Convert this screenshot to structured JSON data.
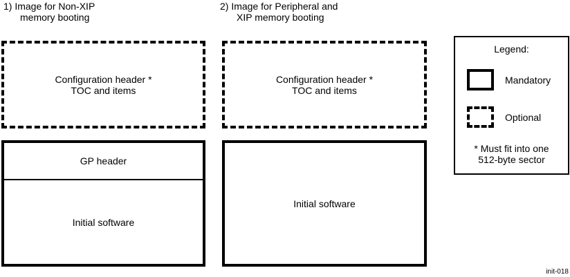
{
  "figure_id": "init-018",
  "colors": {
    "line": "#000000",
    "background": "#ffffff"
  },
  "columns": [
    {
      "title_line1": "1) Image for Non-XIP",
      "title_line2": "memory booting",
      "optional_box": {
        "line1": "Configuration header *",
        "line2": "TOC and items"
      },
      "mandatory_box": {
        "sections": [
          "GP header",
          "Initial software"
        ]
      }
    },
    {
      "title_line1": "2) Image for Peripheral and",
      "title_line2": "XIP memory booting",
      "optional_box": {
        "line1": "Configuration header *",
        "line2": "TOC and items"
      },
      "mandatory_box": {
        "sections": [
          "Initial software"
        ]
      }
    }
  ],
  "legend": {
    "title": "Legend:",
    "items": [
      {
        "style": "solid",
        "label": "Mandatory"
      },
      {
        "style": "dashed",
        "label": "Optional"
      }
    ],
    "footnote_line1": "* Must fit into one",
    "footnote_line2": "512-byte sector"
  }
}
